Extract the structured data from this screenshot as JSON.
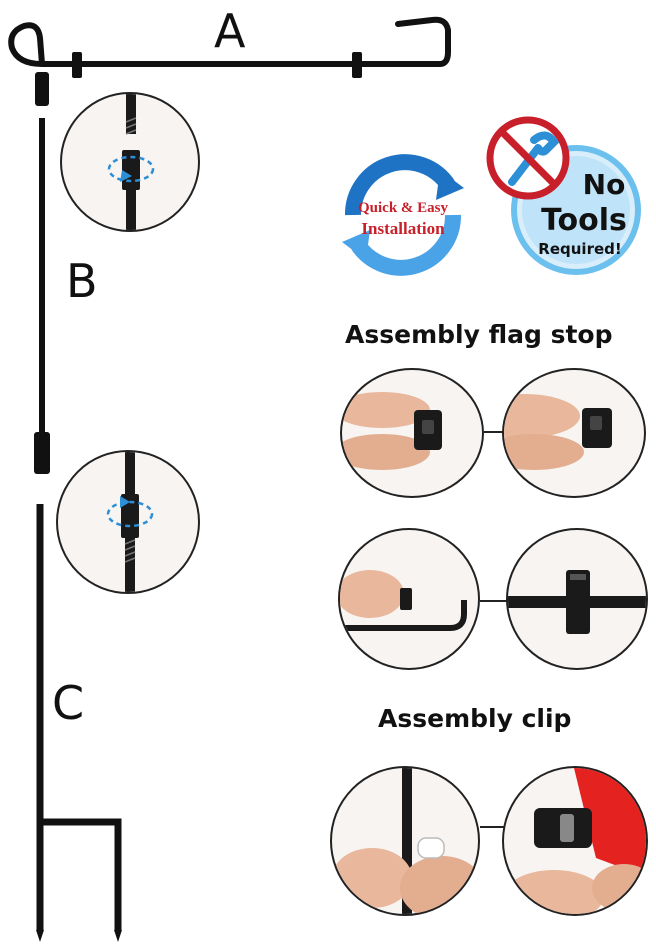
{
  "parts": {
    "a": "A",
    "b": "B",
    "c": "C"
  },
  "badges": {
    "quick_line1": "Quick & Easy",
    "quick_line2": "Installation",
    "no_line1": "No",
    "no_line2": "Tools",
    "no_line3": "Required!"
  },
  "headings": {
    "flag_stop": "Assembly flag stop",
    "clip": "Assembly clip"
  },
  "colors": {
    "pole": "#111111",
    "arrow_blue": "#2d8fd6",
    "prohibit_red": "#c8202a",
    "badge_blue": "#1e73c4",
    "flag_red": "#e4221f",
    "skin": "#e8b79c"
  }
}
